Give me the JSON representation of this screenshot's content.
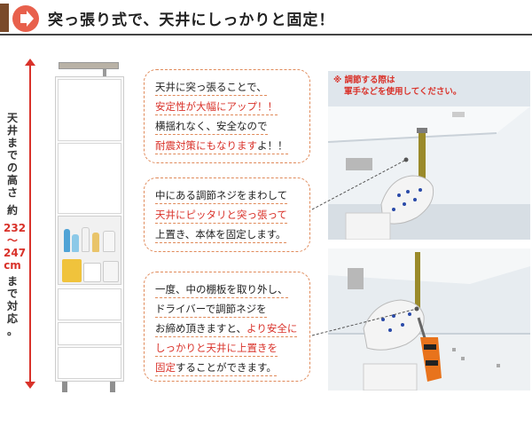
{
  "header": {
    "title": "突っ張り式で、天井にしっかりと固定！",
    "arrow_icon": "chevron-right-icon",
    "accent_color": "#e8604c",
    "block_color": "#7a4a2a"
  },
  "height_label": {
    "line1": "天井までの高さ",
    "approx": "約",
    "min": "232",
    "tilde": "～",
    "max": "247",
    "unit": "cm",
    "suffix": "まで対応。",
    "color": "#d9322a"
  },
  "callouts": [
    {
      "lines": [
        {
          "parts": [
            {
              "text": "天井に突っ張ることで、",
              "red": false
            }
          ]
        },
        {
          "parts": [
            {
              "text": "安定性が大幅にアップ！！",
              "red": true
            }
          ]
        },
        {
          "parts": [
            {
              "text": "横揺れなく、安全なので",
              "red": false
            }
          ]
        },
        {
          "parts": [
            {
              "text": "耐震対策にもなりますよ！！",
              "red": true,
              "mixed_tail": "よ！！"
            }
          ]
        }
      ]
    },
    {
      "lines": [
        {
          "parts": [
            {
              "text": "中にある調節ネジをまわして",
              "red": false
            }
          ]
        },
        {
          "parts": [
            {
              "text": "天井にピッタリと突っ張って",
              "red": true
            }
          ]
        },
        {
          "parts": [
            {
              "text": "上置き、本体を固定します。",
              "red": false
            }
          ]
        }
      ]
    },
    {
      "lines": [
        {
          "parts": [
            {
              "text": "一度、中の棚板を取り外し、",
              "red": false
            }
          ]
        },
        {
          "parts": [
            {
              "text": "ドライバーで調節ネジを",
              "red": false
            }
          ]
        },
        {
          "parts": [
            {
              "text": "お締め頂きますと、",
              "red": false
            },
            {
              "text": "より安全に",
              "red": true
            }
          ]
        },
        {
          "parts": [
            {
              "text": "しっかりと天井に上置きを",
              "red": true
            }
          ]
        },
        {
          "parts": [
            {
              "text": "固定",
              "red": true
            },
            {
              "text": "することができます。",
              "red": false
            }
          ]
        }
      ]
    }
  ],
  "photo_note": {
    "line1": "※ 調節する際は",
    "line2": "軍手などを使用してください。"
  }
}
